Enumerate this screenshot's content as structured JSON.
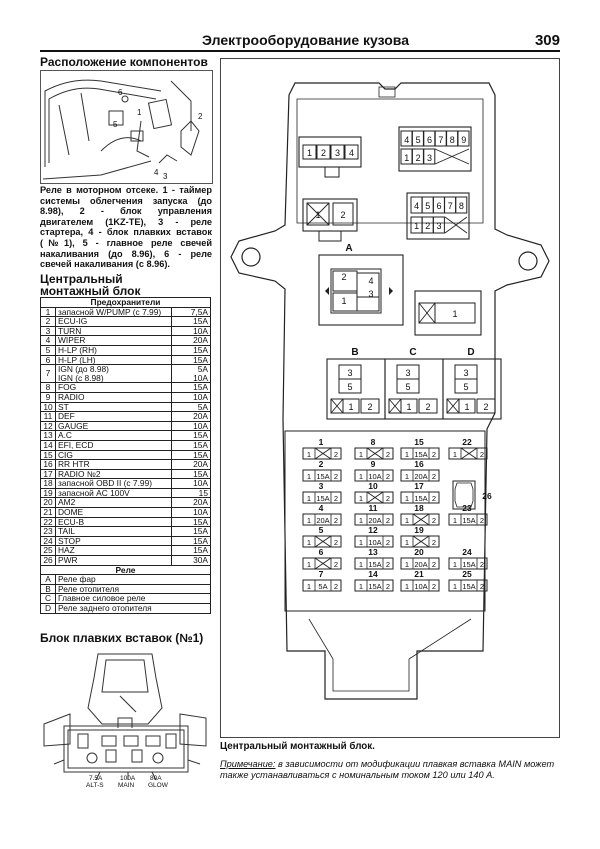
{
  "header": {
    "title": "Электрооборудование кузова",
    "page_number": "309"
  },
  "components": {
    "title": "Расположение компонентов",
    "caption": "Реле в моторном отсеке. 1 - таймер системы облегчения запуска (до 8.98), 2 - блок управления двигателем (1KZ-TE), 3 - реле стартера, 4 - блок плавких вставок (№1), 5 - главное реле свечей накаливания (до 8.96), 6 - реле свечей накаливания (с 8.96).",
    "callouts": [
      "6",
      "1",
      "5",
      "2",
      "4",
      "3"
    ]
  },
  "central_block": {
    "title_line1": "Центральный",
    "title_line2": "монтажный блок",
    "fuse_header": "Предохранители",
    "fuses": [
      {
        "n": "1",
        "name": "запасной W/PUMP (с 7.99)",
        "amp": "7,5A"
      },
      {
        "n": "2",
        "name": "ECU-IG",
        "amp": "15A"
      },
      {
        "n": "3",
        "name": "TURN",
        "amp": "10A"
      },
      {
        "n": "4",
        "name": "WIPER",
        "amp": "20A"
      },
      {
        "n": "5",
        "name": "H-LP (RH)",
        "amp": "15A"
      },
      {
        "n": "6",
        "name": "H-LP (LH)",
        "amp": "15A"
      },
      {
        "n": "7",
        "name": "IGN (до 8.98)",
        "amp": "5A",
        "name2": "IGN (с 8.98)",
        "amp2": "10A"
      },
      {
        "n": "8",
        "name": "FOG",
        "amp": "15A"
      },
      {
        "n": "9",
        "name": "RADIO",
        "amp": "10A"
      },
      {
        "n": "10",
        "name": "ST",
        "amp": "5A"
      },
      {
        "n": "11",
        "name": "DEF",
        "amp": "20A"
      },
      {
        "n": "12",
        "name": "GAUGE",
        "amp": "10A"
      },
      {
        "n": "13",
        "name": "A.C",
        "amp": "15A"
      },
      {
        "n": "14",
        "name": "EFI, ECD",
        "amp": "15A"
      },
      {
        "n": "15",
        "name": "CIG",
        "amp": "15A"
      },
      {
        "n": "16",
        "name": "RR HTR",
        "amp": "20A"
      },
      {
        "n": "17",
        "name": "RADIO №2",
        "amp": "15A"
      },
      {
        "n": "18",
        "name": "запасной OBD II (с 7.99)",
        "amp": "10A"
      },
      {
        "n": "19",
        "name": "запасной AC 100V",
        "amp": "15"
      },
      {
        "n": "20",
        "name": "AM2",
        "amp": "20A"
      },
      {
        "n": "21",
        "name": "DOME",
        "amp": "10A"
      },
      {
        "n": "22",
        "name": "ECU-B",
        "amp": "15A"
      },
      {
        "n": "23",
        "name": "TAIL",
        "amp": "15A"
      },
      {
        "n": "24",
        "name": "STOP",
        "amp": "15A"
      },
      {
        "n": "25",
        "name": "HAZ",
        "amp": "15A"
      },
      {
        "n": "26",
        "name": "PWR",
        "amp": "30A"
      }
    ],
    "relay_header": "Реле",
    "relays": [
      {
        "n": "A",
        "name": "Реле фар"
      },
      {
        "n": "B",
        "name": "Реле отопителя"
      },
      {
        "n": "C",
        "name": "Главное силовое реле"
      },
      {
        "n": "D",
        "name": "Реле заднего отопителя"
      }
    ]
  },
  "fusible_block": {
    "title": "Блок плавких вставок (№1)",
    "labels": [
      {
        "line1": "7.5A",
        "line2": "ALT-S"
      },
      {
        "line1": "100A",
        "line2": "MAIN"
      },
      {
        "line1": "80A",
        "line2": "GLOW"
      }
    ]
  },
  "diagram": {
    "connectors": {
      "top_left": [
        "1",
        "2",
        "3",
        "4"
      ],
      "top_right_a": [
        "4",
        "5",
        "6",
        "7",
        "8",
        "9"
      ],
      "top_right_b": [
        "1",
        "2",
        "3"
      ],
      "mid_left": [
        "1",
        "2"
      ],
      "mid_right_a": [
        "4",
        "5",
        "6",
        "7",
        "8"
      ],
      "mid_right_b": [
        "1",
        "2",
        "3"
      ]
    },
    "relay_a": {
      "label": "A",
      "pins": [
        "2",
        "4",
        "1",
        "3"
      ]
    },
    "relay_side": {
      "pin": "1"
    },
    "relays": [
      {
        "label": "B",
        "pins": [
          "3",
          "5",
          "1",
          "2"
        ]
      },
      {
        "label": "C",
        "pins": [
          "3",
          "5",
          "1",
          "2"
        ]
      },
      {
        "label": "D",
        "pins": [
          "3",
          "5",
          "1",
          "2"
        ]
      }
    ],
    "fuse_columns": [
      [
        {
          "n": "1",
          "amp": ""
        },
        {
          "n": "2",
          "amp": "15A"
        },
        {
          "n": "3",
          "amp": "15A"
        },
        {
          "n": "4",
          "amp": "20A"
        },
        {
          "n": "5",
          "amp": ""
        },
        {
          "n": "6",
          "amp": ""
        },
        {
          "n": "7",
          "amp": "5A"
        }
      ],
      [
        {
          "n": "8",
          "amp": ""
        },
        {
          "n": "9",
          "amp": "10A"
        },
        {
          "n": "10",
          "amp": ""
        },
        {
          "n": "11",
          "amp": "20A"
        },
        {
          "n": "12",
          "amp": "10A"
        },
        {
          "n": "13",
          "amp": "15A"
        },
        {
          "n": "14",
          "amp": "15A"
        }
      ],
      [
        {
          "n": "15",
          "amp": "15A"
        },
        {
          "n": "16",
          "amp": "20A"
        },
        {
          "n": "17",
          "amp": "15A"
        },
        {
          "n": "18",
          "amp": ""
        },
        {
          "n": "19",
          "amp": ""
        },
        {
          "n": "20",
          "amp": "20A"
        },
        {
          "n": "21",
          "amp": "10A"
        }
      ],
      [
        {
          "n": "22",
          "amp": ""
        },
        {
          "n": "23",
          "amp": "15A"
        },
        {
          "n": "24",
          "amp": "15A"
        },
        {
          "n": "25",
          "amp": "15A"
        }
      ]
    ],
    "fuse_26": "26",
    "pin_a": "1",
    "pin_b": "2"
  },
  "figure_caption": "Центральный монтажный блок.",
  "note": {
    "label": "Примечание:",
    "text": " в зависимости от модификации плавкая вставка MAIN может также устанавливаться с номинальным током 120 или 140 А."
  }
}
